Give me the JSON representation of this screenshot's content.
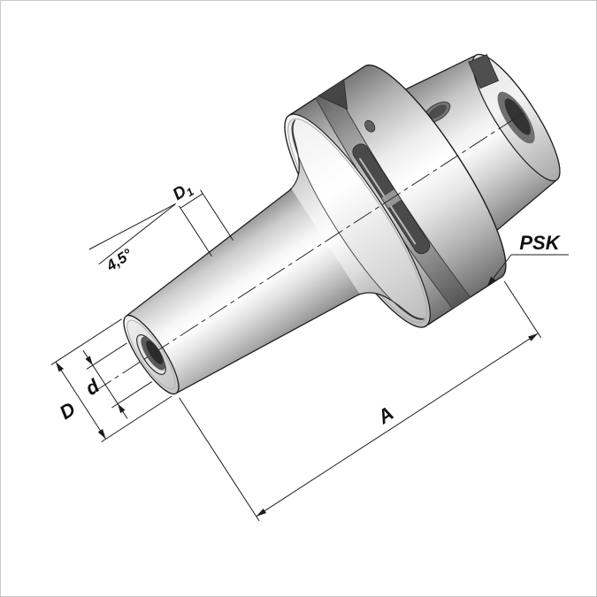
{
  "page": {
    "background": "#ffffff",
    "border_color": "#c9c9c9"
  },
  "drawing": {
    "kind": "technical-dimension-drawing",
    "subject": "PSK taper shank tool holder with clamping bore, shown in oblique view with dimension annotations",
    "labels": {
      "angle": "4,5°",
      "d1_main": "D",
      "d1_sub": "1",
      "psk": "PSK",
      "diameter_outer": "D",
      "diameter_bore": "d",
      "length": "A"
    },
    "colors": {
      "outline": "#1f1f1f",
      "dimension_line": "#1c1c1c",
      "centerline": "#2b2b2b",
      "metal_highlight": "#ffffff",
      "metal_light": "#ededed",
      "metal_mid": "#c6c6c6",
      "metal_dark": "#8a8a8a",
      "bore_dark": "#2c2c2c",
      "recess_dark": "#4a4a4a"
    }
  }
}
